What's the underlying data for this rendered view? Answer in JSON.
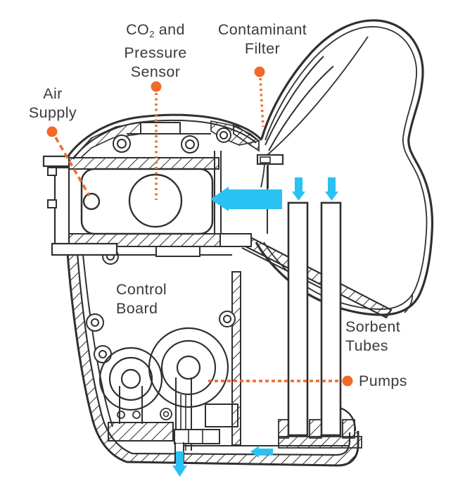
{
  "figure": {
    "type": "cutaway-technical-diagram",
    "subject": "CO2 scrubber / rebreather device cross-section with breathing bag",
    "background": "#FFFFFF"
  },
  "colors": {
    "accent_orange": "#F2692B",
    "flow_blue": "#2AC2F2",
    "line_dark": "#303030",
    "text": "#3B3B3B"
  },
  "labels": {
    "air_supply": {
      "lines": [
        "Air",
        "Supply"
      ]
    },
    "co2_pressure_sensor": {
      "line1_pre": "CO",
      "line1_sub": "2",
      "line1_post": " and",
      "lines_rest": [
        "Pressure",
        "Sensor"
      ]
    },
    "contaminant_filter": {
      "lines": [
        "Contaminant",
        "Filter"
      ]
    },
    "control_board": {
      "lines": [
        "Control",
        "Board"
      ]
    },
    "sorbent_tubes": {
      "lines": [
        "Sorbent",
        "Tubes"
      ]
    },
    "pumps": {
      "lines": [
        "Pumps"
      ]
    }
  },
  "callouts": [
    {
      "name": "air-supply",
      "marker": "orange-dot",
      "line_style": "dashed",
      "points_to": "inlet port in main chamber"
    },
    {
      "name": "co2-pressure-sensor",
      "marker": "orange-dot",
      "line_style": "dotted",
      "points_to": "large sensor bore in main chamber"
    },
    {
      "name": "contaminant-filter",
      "marker": "orange-dot",
      "line_style": "dotted",
      "points_to": "filter mount at bag neck"
    },
    {
      "name": "pumps",
      "marker": "orange-dot",
      "line_style": "dashed",
      "points_to": "pump assembly in lower housing"
    }
  ],
  "flow_arrows": [
    {
      "name": "intake-flow-arrow",
      "direction": "left",
      "size": "large",
      "location": "upper chamber inlet"
    },
    {
      "name": "sorbent-tube-1-arrow",
      "direction": "down",
      "size": "small",
      "location": "above left sorbent tube"
    },
    {
      "name": "sorbent-tube-2-arrow",
      "direction": "down",
      "size": "small",
      "location": "above right sorbent tube"
    },
    {
      "name": "exhaust-channel-arrow",
      "direction": "left",
      "size": "small",
      "location": "bottom channel"
    },
    {
      "name": "exhaust-outlet-arrow",
      "direction": "down",
      "size": "small",
      "location": "bottom outlet port"
    }
  ]
}
